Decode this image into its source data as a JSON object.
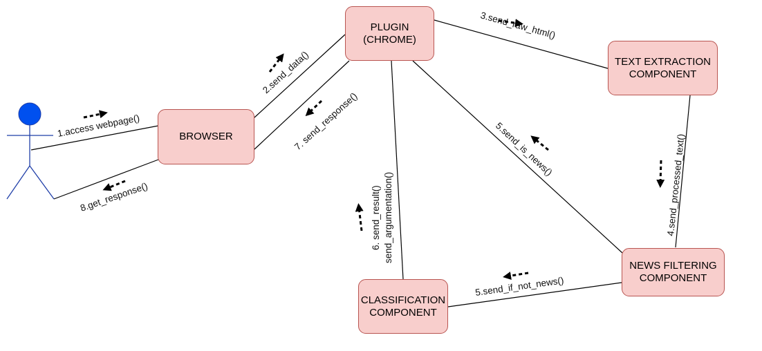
{
  "nodes": {
    "browser": "BROWSER",
    "plugin": "PLUGIN\n(CHROME)",
    "text_extraction": "TEXT EXTRACTION\nCOMPONENT",
    "news_filtering": "NEWS FILTERING\nCOMPONENT",
    "classification": "CLASSIFICATION\nCOMPONENT"
  },
  "messages": {
    "m1": "1.access webpage()",
    "m2": "2.send_data()",
    "m3": "3.send_raw_html()",
    "m4": "4.send_processed_text()",
    "m5a": "5.send_is_news()",
    "m5b": "5.send_if_not_news()",
    "m6a": "6. send_result()",
    "m6b": "send_argumentation()",
    "m7": "7. send_response()",
    "m8": "8.get_response()"
  },
  "colors": {
    "node_fill": "#f8cecc",
    "node_border": "#b85450",
    "actor_head": "#0050ef",
    "actor_body": "#1f3ea8"
  }
}
